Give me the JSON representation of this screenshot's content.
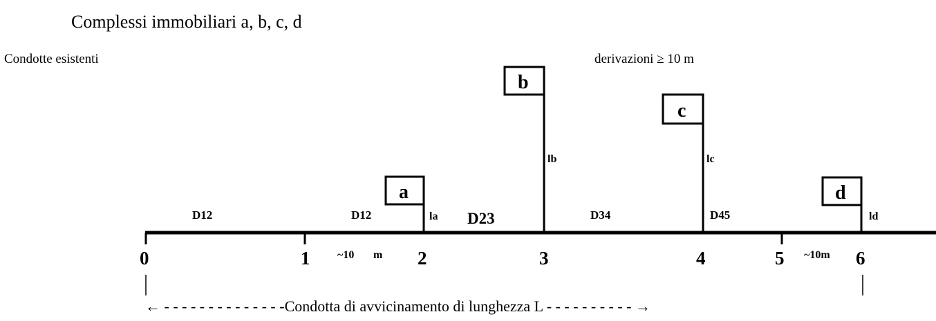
{
  "title": "Complessi immobiliari a, b, c, d",
  "existing_pipes_label": "Condotte esistenti",
  "derivations_label": "derivazioni ≥ 10 m",
  "nodes": [
    "0",
    "1",
    "2",
    "3",
    "4",
    "5",
    "6"
  ],
  "segment_labels": {
    "d12_left": "D12",
    "d12_right": "D12",
    "d23": "D23",
    "d34": "D34",
    "d45": "D45"
  },
  "buildings": [
    {
      "label": "a",
      "branch": "la"
    },
    {
      "label": "b",
      "branch": "lb"
    },
    {
      "label": "c",
      "branch": "lc"
    },
    {
      "label": "d",
      "branch": "ld"
    }
  ],
  "distance_labels": {
    "near_2": "~10",
    "near_2_unit": "m",
    "near_6": "~10m"
  },
  "length_caption": "← - - - - - - - - - - - - - -Condotta di avvicinamento di lunghezza L - - - - - - - - - - →"
}
